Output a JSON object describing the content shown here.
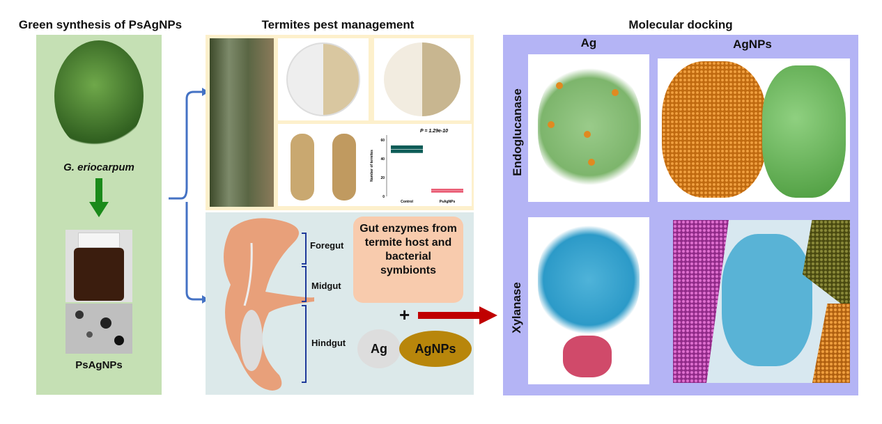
{
  "sections": {
    "synthesis_title": "Green synthesis of PsAgNPs",
    "termites_title": "Termites pest management",
    "docking_title": "Molecular docking"
  },
  "synthesis": {
    "plant_label": "G. eriocarpum",
    "product_label": "PsAgNPs"
  },
  "gut": {
    "foregut": "Foregut",
    "midgut": "Midgut",
    "hindgut": "Hindgut",
    "enzymes_box": "Gut enzymes from termite host and bacterial symbionts",
    "plus": "+",
    "ag": "Ag",
    "agnps": "AgNPs"
  },
  "docking": {
    "col_ag": "Ag",
    "col_agnps": "AgNPs",
    "row_endo": "Endoglucanase",
    "row_xyl": "Xylanase"
  },
  "colors": {
    "synthesis_panel": "#c5e0b4",
    "termite_panel": "#fdf0cc",
    "gut_panel": "#dce9ea",
    "docking_panel": "#b4b4f5",
    "arrow_green": "#1a8a1a",
    "arrow_red": "#c00000",
    "bracket_blue": "#4472c4"
  },
  "chart_data": {
    "type": "box",
    "title": "P = 1.29e-10",
    "ylabel": "Number of termites",
    "categories": [
      "Control",
      "PsAgNPs"
    ],
    "boxes": [
      {
        "category": "Control",
        "q1": 46,
        "median": 50,
        "q3": 54,
        "color": "#0d5c57"
      },
      {
        "category": "PsAgNPs",
        "q1": 4,
        "median": 6,
        "q3": 8,
        "color": "#e8506a"
      }
    ],
    "yticks": [
      0,
      20,
      40,
      60
    ],
    "ylim": [
      0,
      65
    ]
  }
}
